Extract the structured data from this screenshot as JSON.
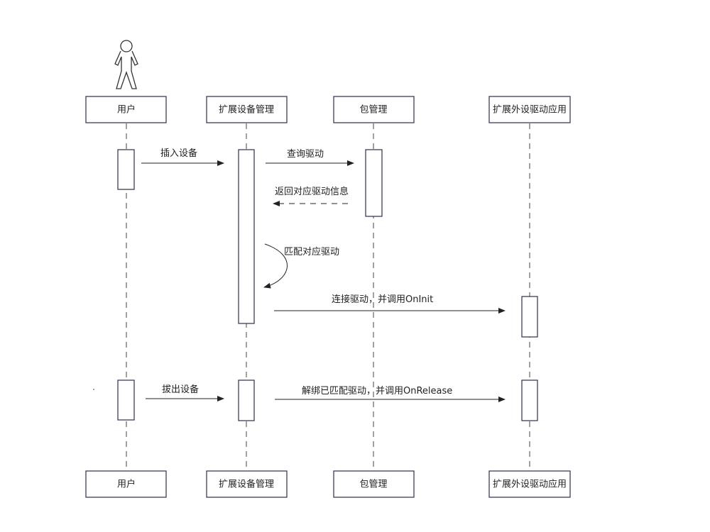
{
  "diagram": {
    "type": "sequence",
    "participants": [
      {
        "id": "user",
        "label": "用户",
        "actor": true
      },
      {
        "id": "ext_mgr",
        "label": "扩展设备管理",
        "actor": false
      },
      {
        "id": "pkg_mgr",
        "label": "包管理",
        "actor": false
      },
      {
        "id": "ext_app",
        "label": "扩展外设驱动应用",
        "actor": false
      }
    ],
    "messages": [
      {
        "from": "user",
        "to": "ext_mgr",
        "label": "插入设备",
        "style": "solid"
      },
      {
        "from": "ext_mgr",
        "to": "pkg_mgr",
        "label": "查询驱动",
        "style": "solid"
      },
      {
        "from": "pkg_mgr",
        "to": "ext_mgr",
        "label": "返回对应驱动信息",
        "style": "dashed"
      },
      {
        "from": "ext_mgr",
        "to": "ext_mgr",
        "label": "匹配对应驱动",
        "style": "self"
      },
      {
        "from": "ext_mgr",
        "to": "ext_app",
        "label": "连接驱动，并调用OnInit",
        "style": "solid"
      },
      {
        "from": "user",
        "to": "ext_mgr",
        "label": "拔出设备",
        "style": "solid"
      },
      {
        "from": "ext_mgr",
        "to": "ext_app",
        "label": "解绑已匹配驱动，并调用OnRelease",
        "style": "solid"
      }
    ],
    "colors": {
      "box_border": "#2b2d4a",
      "line": "#333333",
      "text": "#222222"
    }
  }
}
